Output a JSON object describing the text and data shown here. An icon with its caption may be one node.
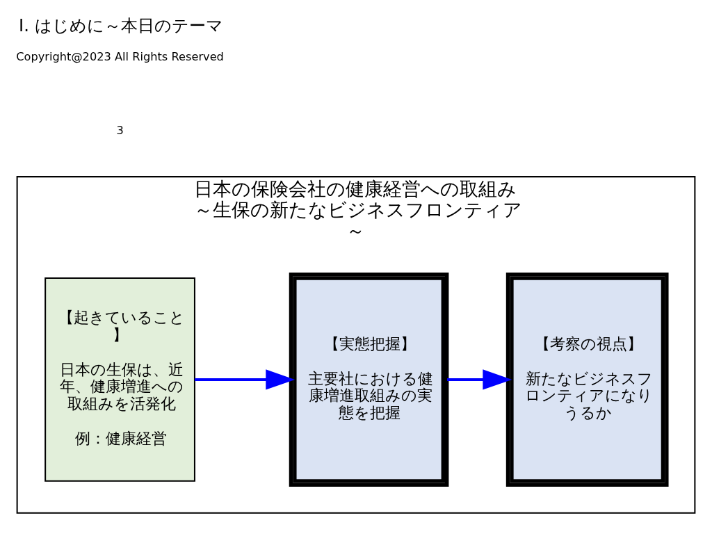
{
  "diagram": {
    "title": "Ⅰ. はじめに～本日のテーマ",
    "nodes": [
      {
        "text": [
          "日本の保険会社の健康経営への取組み～生保の新たなビジネスフロンティア～"
        ]
      },
      {
        "text": [
          "【起きていること】",
          "日本の生保は、近年、健康増進への取組みを活発化",
          "例：健康経営"
        ],
        "in": 0
      },
      {
        "text": [
          "【実態把握】",
          "主要社における健康増進取組みの実態を把握"
        ],
        "in": 0
      },
      {
        "text": [
          "【考察の視点】",
          "新たなビジネスフロンティアになりうるか"
        ],
        "in": 0
      }
    ],
    "edges": [
      {
        "from": 1,
        "to": 2,
        "arrow": "to"
      },
      {
        "from": 2,
        "to": 3,
        "arrow": "to"
      }
    ],
    "labels": [
      "3",
      "Copyright@2023 All Rights Reserved"
    ]
  }
}
